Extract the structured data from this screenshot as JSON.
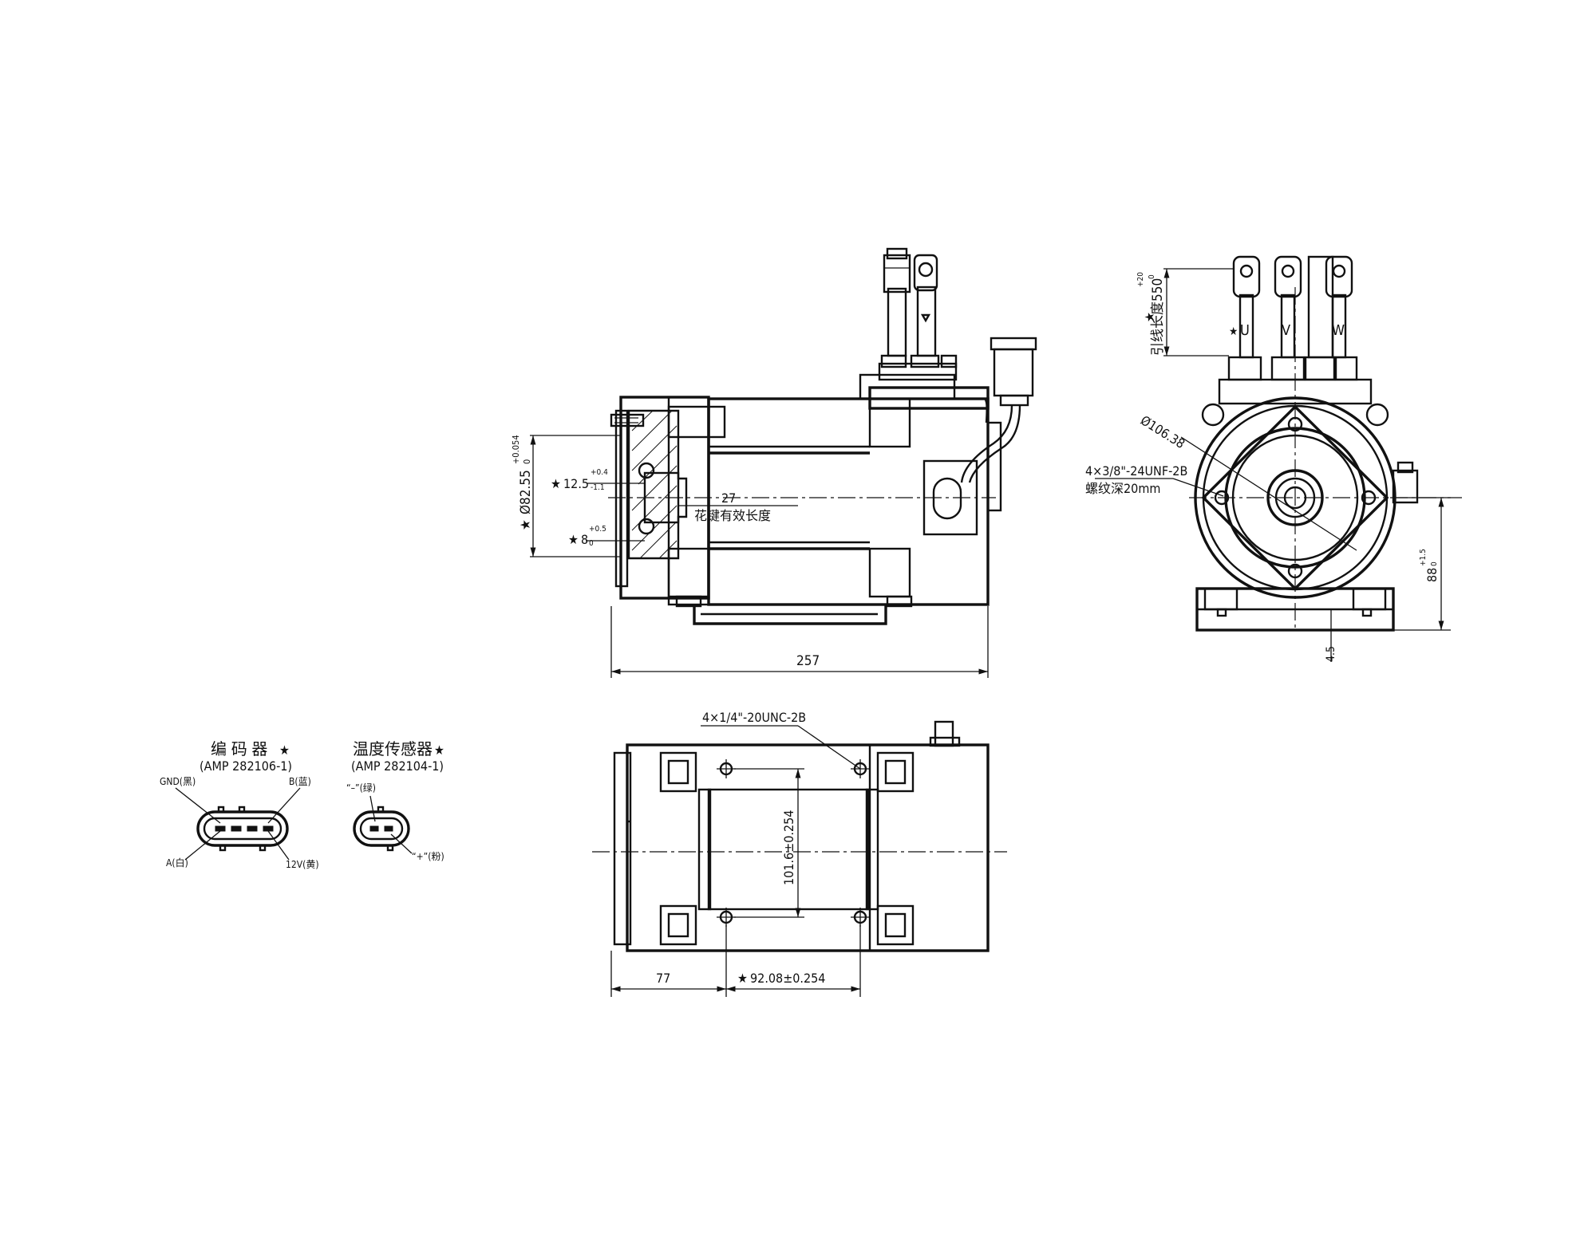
{
  "dimensions": {
    "shaft_diameter": "Ø82.55",
    "shaft_diameter_tol_upper": "+0.054",
    "shaft_diameter_tol_lower": "0",
    "shaft_offset": "12.5",
    "shaft_offset_tol_upper": "+0.4",
    "shaft_offset_tol_lower": "-1.1",
    "key_dim": "8",
    "key_dim_tol_upper": "+0.5",
    "key_dim_tol_lower": "0",
    "spline_length": "27",
    "spline_note": "花键有效长度",
    "overall_length": "257",
    "end_bore": "Ø106.38",
    "thread_spec": "4×3/8\"-24UNF-2B",
    "thread_depth": "螺纹深20mm",
    "lead_length": "引线长度550",
    "lead_tol_upper": "+20",
    "lead_tol_lower": "0",
    "phase_u": "U",
    "phase_v": "V",
    "phase_w": "W",
    "center_height": "88",
    "center_height_tol_upper": "+1.5",
    "center_height_tol_lower": "0",
    "foot_thickness": "4.5",
    "mount_thread": "4×1/4\"-20UNC-2B",
    "mount_spacing_y": "101.6±0.254",
    "mount_offset_x": "77",
    "mount_spacing_x": "92.08±0.254"
  },
  "star_symbol": "★",
  "connectors": {
    "encoder": {
      "title": "编 码 器",
      "part": "(AMP 282106-1)",
      "pin_gnd": "GND(黑)",
      "pin_b": "B(蓝)",
      "pin_a": "A(白)",
      "pin_12v": "12V(黄)"
    },
    "temp_sensor": {
      "title": "温度传感器",
      "part": "(AMP 282104-1)",
      "pin_neg": "“–”(绿)",
      "pin_pos": "“+”(粉)"
    }
  }
}
